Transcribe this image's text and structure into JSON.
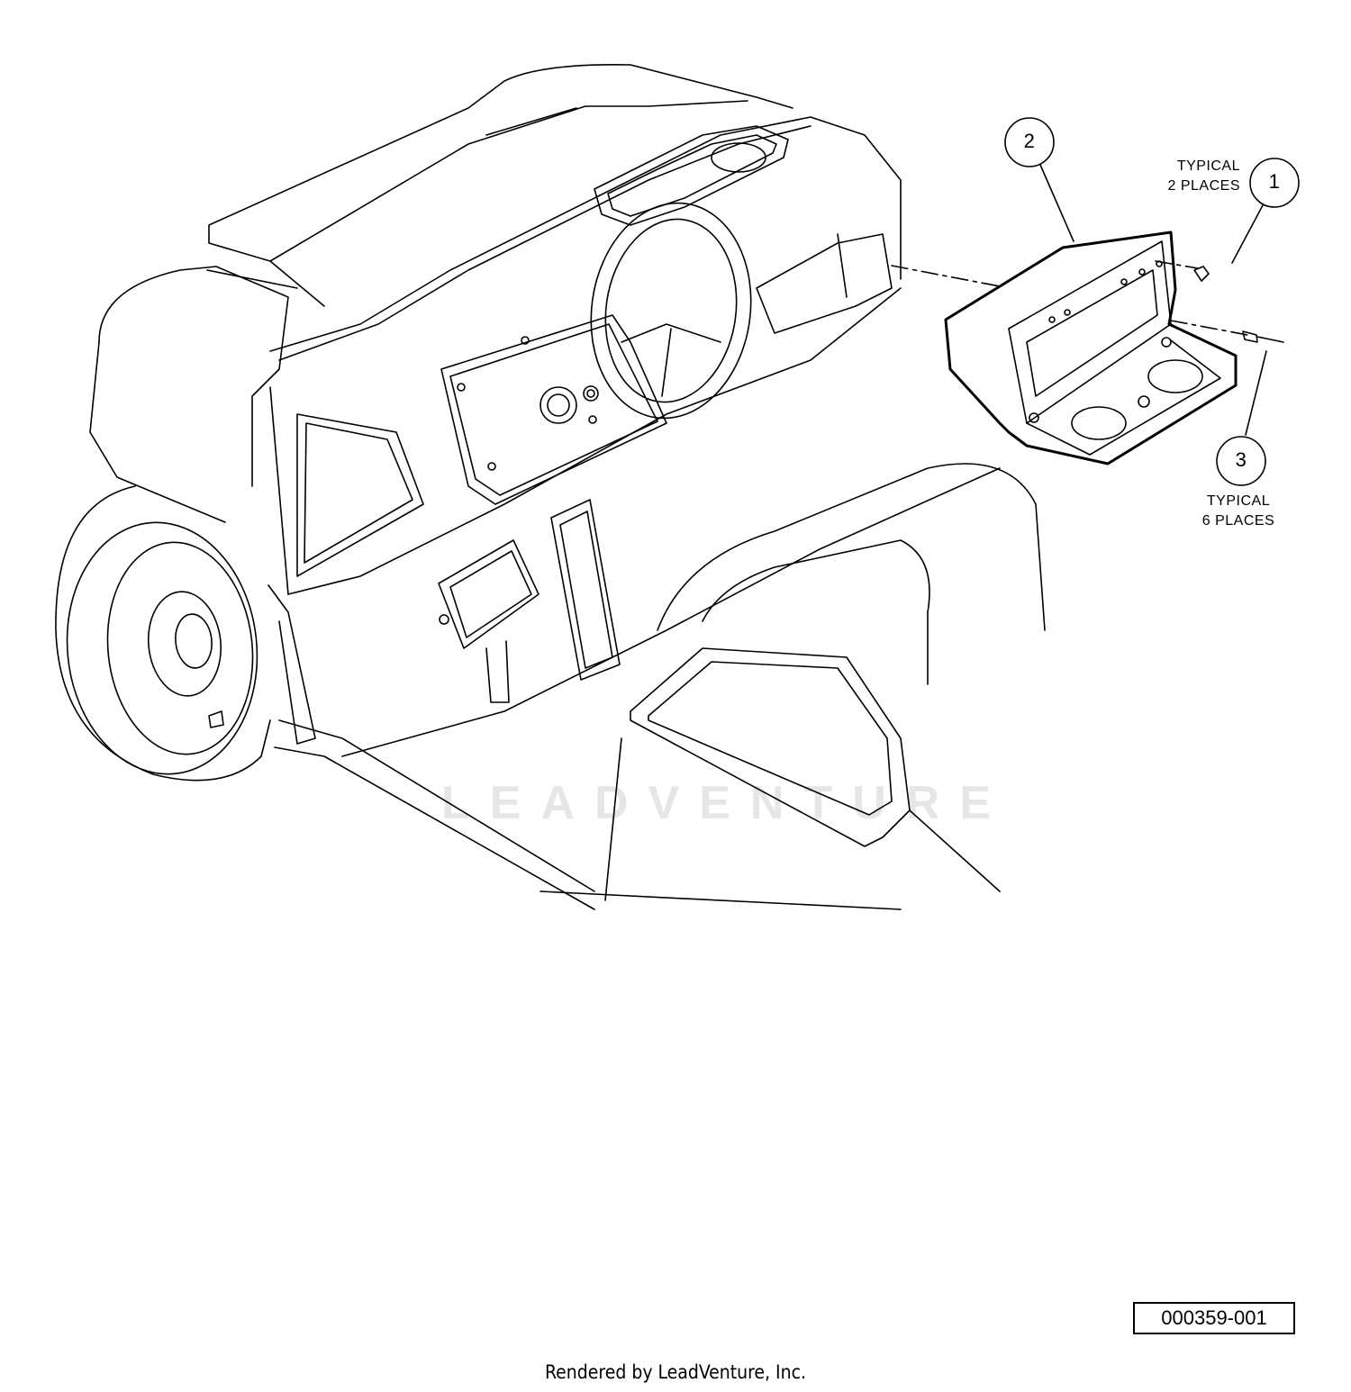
{
  "callouts": [
    {
      "id": "1",
      "note": "TYPICAL\n2 PLACES"
    },
    {
      "id": "2",
      "note": ""
    },
    {
      "id": "3",
      "note": "TYPICAL\n6 PLACES"
    }
  ],
  "callout_1_label": "1",
  "callout_2_label": "2",
  "callout_3_label": "3",
  "note_1_line1": "TYPICAL",
  "note_1_line2": "2 PLACES",
  "note_3_line1": "TYPICAL",
  "note_3_line2": "6 PLACES",
  "drawing_number": "000359-001",
  "footer": "Rendered by LeadVenture, Inc.",
  "watermark": "LEADVENTURE"
}
